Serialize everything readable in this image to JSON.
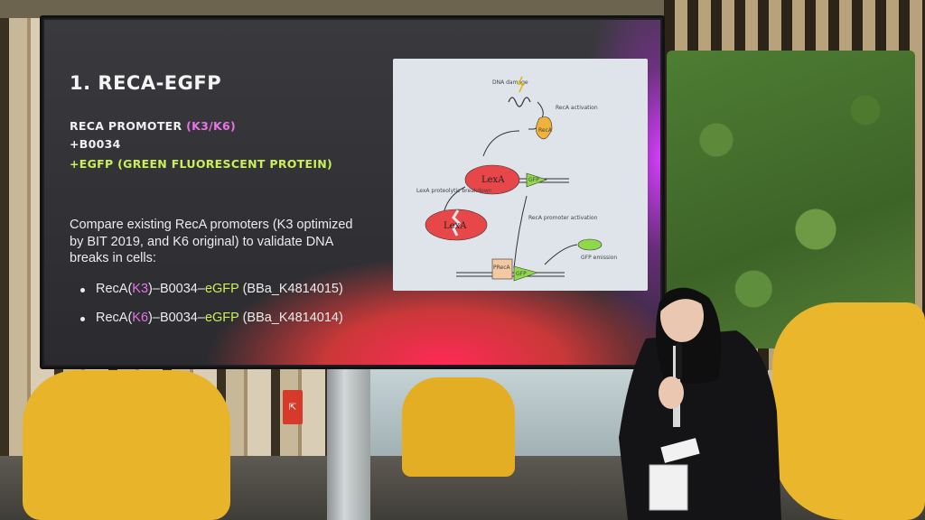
{
  "slide": {
    "title": "1. RECA-EGFP",
    "spec_line1_a": "RECA PROMOTER ",
    "spec_line1_b": "(K3/K6)",
    "spec_line2": "+B0034",
    "spec_line3": "+EGFP (GREEN FLUORESCENT PROTEIN)",
    "description": "Compare existing RecA promoters (K3 optimized by BIT 2019, and K6 original) to validate DNA breaks in cells:",
    "bullets": [
      {
        "a": "RecA(",
        "b": "K3",
        "c": ")–B0034–",
        "d": "eGFP",
        "e": " (BBa_K4814015)"
      },
      {
        "a": "RecA(",
        "b": "K6",
        "c": ")–B0034–",
        "d": "eGFP",
        "e": " (BBa_K4814014)"
      }
    ]
  },
  "diagram": {
    "dna_damage": "DNA damage",
    "reca_activation": "RecA activation",
    "reca": "RecA",
    "lexa": "LexA",
    "gfp": "GFP",
    "lexa_breakdown": "LexA proteolytic breakdown",
    "lexa_broken": "LexA",
    "promoter_activation": "RecA promoter activation",
    "preca": "PRecA",
    "gfp_emission": "GFP emission"
  },
  "colors": {
    "accent_pink": "#e873e6",
    "accent_green": "#c9f05a",
    "blob_yellow": "#e8b52a"
  },
  "signage": {
    "exit_icon": "exit-sign-icon"
  }
}
